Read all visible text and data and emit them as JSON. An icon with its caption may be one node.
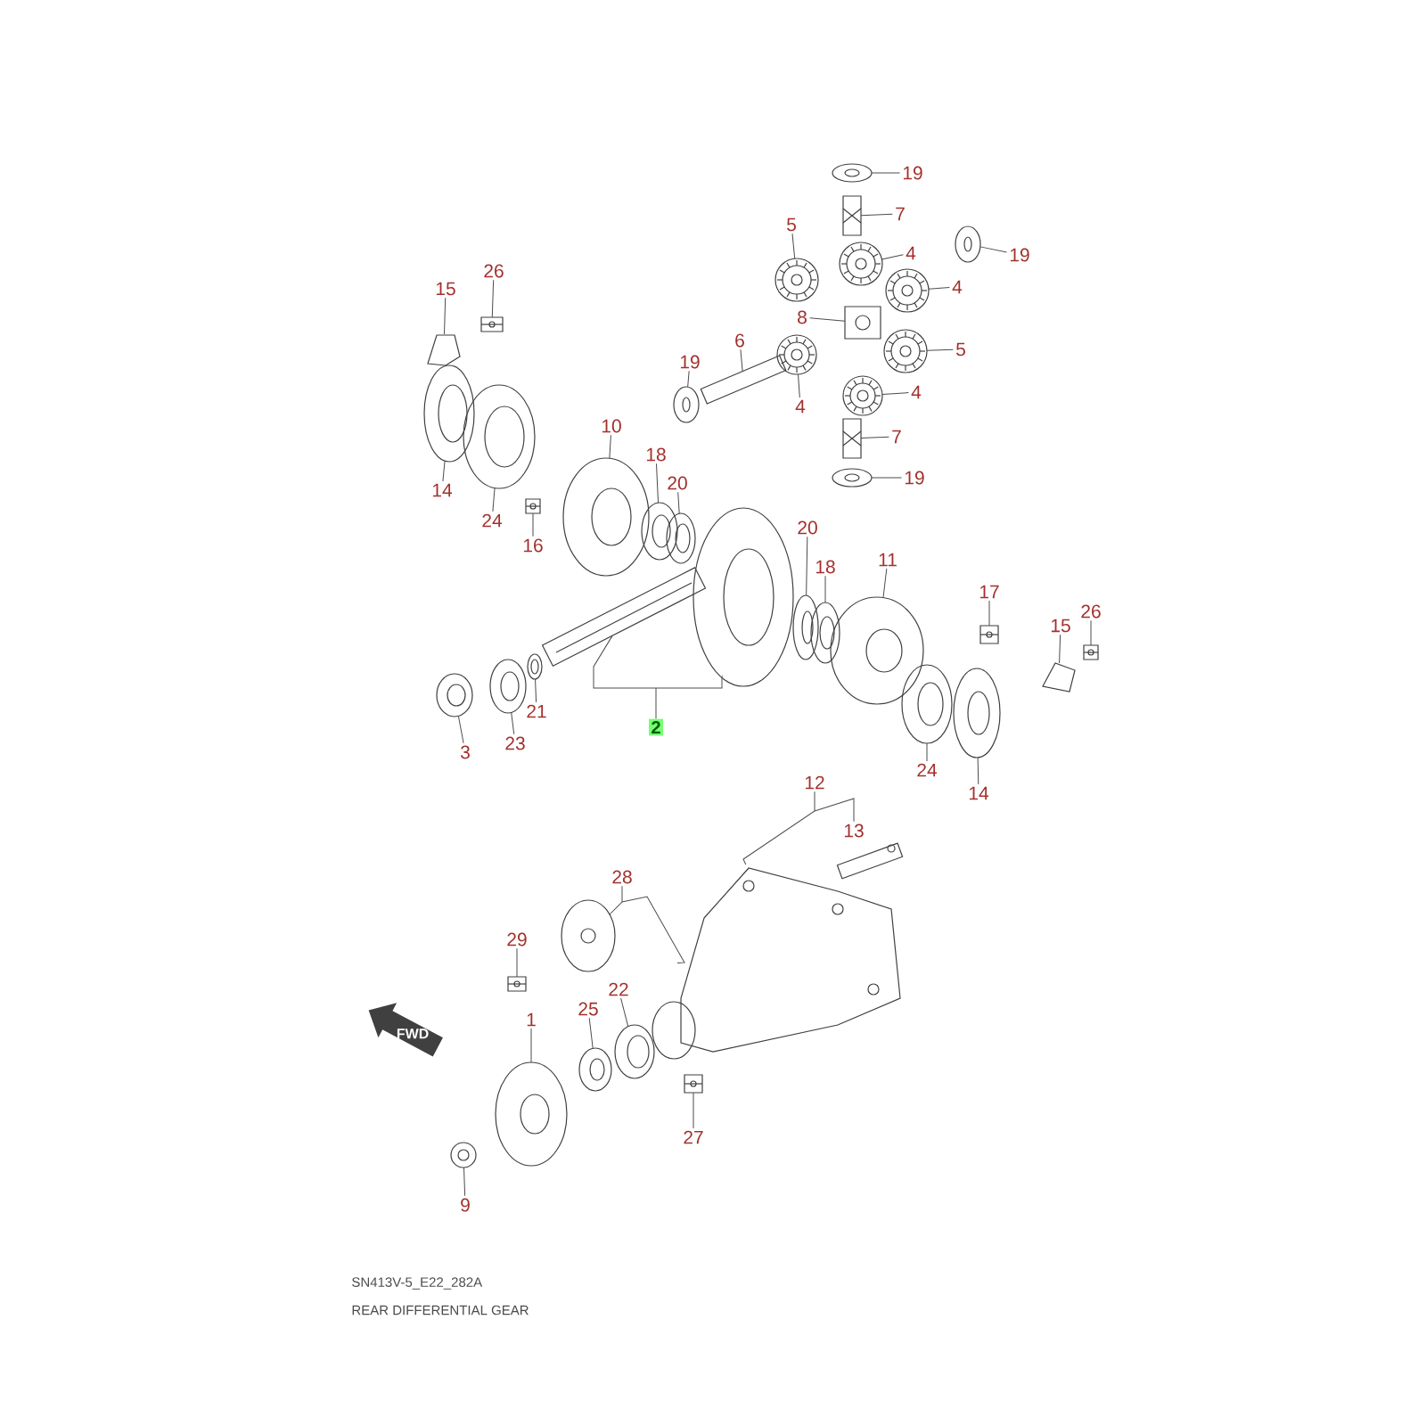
{
  "diagram": {
    "nodes": [
      {
        "text": [
          "19"
        ]
      },
      {
        "text": [
          "7"
        ]
      },
      {
        "text": [
          "4"
        ]
      },
      {
        "text": [
          "19"
        ]
      },
      {
        "text": [
          "5"
        ]
      },
      {
        "text": [
          "26"
        ]
      },
      {
        "text": [
          "15"
        ]
      },
      {
        "text": [
          "4"
        ]
      },
      {
        "text": [
          "8"
        ]
      },
      {
        "text": [
          "6"
        ]
      },
      {
        "text": [
          "5"
        ]
      },
      {
        "text": [
          "19"
        ]
      },
      {
        "text": [
          "4"
        ]
      },
      {
        "text": [
          "4"
        ]
      },
      {
        "text": [
          "10"
        ]
      },
      {
        "text": [
          "7"
        ]
      },
      {
        "text": [
          "18"
        ]
      },
      {
        "text": [
          "19"
        ]
      },
      {
        "text": [
          "20"
        ]
      },
      {
        "text": [
          "14"
        ]
      },
      {
        "text": [
          "24"
        ]
      },
      {
        "text": [
          "20"
        ]
      },
      {
        "text": [
          "16"
        ]
      },
      {
        "text": [
          "11"
        ]
      },
      {
        "text": [
          "18"
        ]
      },
      {
        "text": [
          "17"
        ]
      },
      {
        "text": [
          "26"
        ]
      },
      {
        "text": [
          "15"
        ]
      },
      {
        "text": [
          "21"
        ]
      },
      {
        "text": [
          "2"
        ]
      },
      {
        "text": [
          "23"
        ]
      },
      {
        "text": [
          "3"
        ]
      },
      {
        "text": [
          "24"
        ]
      },
      {
        "text": [
          "12"
        ]
      },
      {
        "text": [
          "14"
        ]
      },
      {
        "text": [
          "13"
        ]
      },
      {
        "text": [
          "28"
        ]
      },
      {
        "text": [
          "29"
        ]
      },
      {
        "text": [
          "22"
        ]
      },
      {
        "text": [
          "25"
        ]
      },
      {
        "text": [
          "1"
        ]
      },
      {
        "text": [
          "27"
        ]
      },
      {
        "text": [
          "9"
        ]
      },
      {
        "text": [],
        "shape": "picture"
      },
      {
        "text": [],
        "shape": "picture"
      },
      {
        "text": [],
        "shape": "picture"
      },
      {
        "text": [],
        "shape": "picture"
      },
      {
        "text": [],
        "shape": "picture"
      },
      {
        "text": [],
        "shape": "picture"
      },
      {
        "text": [],
        "shape": "picture"
      },
      {
        "text": [],
        "shape": "picture"
      },
      {
        "text": [],
        "shape": "picture"
      },
      {
        "text": [],
        "shape": "picture"
      },
      {
        "text": [],
        "shape": "picture"
      },
      {
        "text": [],
        "shape": "picture"
      },
      {
        "text": [],
        "shape": "picture"
      },
      {
        "text": [],
        "shape": "picture"
      },
      {
        "text": [],
        "shape": "picture"
      },
      {
        "text": [],
        "shape": "picture"
      },
      {
        "text": [],
        "shape": "picture"
      },
      {
        "text": [],
        "shape": "picture"
      },
      {
        "text": [],
        "shape": "picture"
      },
      {
        "text": [],
        "shape": "picture"
      },
      {
        "text": [],
        "shape": "picture"
      },
      {
        "text": [],
        "shape": "picture"
      },
      {
        "text": [],
        "shape": "picture"
      },
      {
        "text": [],
        "shape": "picture"
      },
      {
        "text": [],
        "shape": "picture"
      },
      {
        "text": [],
        "shape": "picture"
      },
      {
        "text": [],
        "shape": "picture"
      },
      {
        "text": [],
        "shape": "picture"
      },
      {
        "text": [],
        "shape": "picture"
      },
      {
        "text": [],
        "shape": "picture"
      },
      {
        "text": [],
        "shape": "picture"
      },
      {
        "text": [],
        "shape": "picture"
      },
      {
        "text": [],
        "shape": "picture"
      },
      {
        "text": [],
        "shape": "picture"
      },
      {
        "text": [],
        "shape": "picture"
      },
      {
        "text": [],
        "shape": "picture"
      },
      {
        "text": [],
        "shape": "picture"
      },
      {
        "text": [],
        "shape": "picture"
      },
      {
        "text": [],
        "shape": "picture"
      },
      {
        "text": [],
        "shape": "picture"
      },
      {
        "text": [],
        "shape": "picture"
      },
      {
        "text": [],
        "shape": "picture"
      },
      {
        "text": [],
        "shape": "picture"
      },
      {
        "text": [],
        "shape": "picture"
      }
    ],
    "edges": [
      {
        "from": 0,
        "to": 43,
        "arrow": "none"
      },
      {
        "from": 1,
        "to": 44,
        "arrow": "none"
      },
      {
        "from": 2,
        "to": 45,
        "arrow": "none"
      },
      {
        "from": 3,
        "to": 46,
        "arrow": "none"
      },
      {
        "from": 4,
        "to": 47,
        "arrow": "none"
      },
      {
        "from": 5,
        "to": 48,
        "arrow": "none"
      },
      {
        "from": 6,
        "to": 49,
        "arrow": "none"
      },
      {
        "from": 7,
        "to": 50,
        "arrow": "none"
      },
      {
        "from": 8,
        "to": 51,
        "arrow": "none"
      },
      {
        "from": 9,
        "to": 52,
        "arrow": "none"
      },
      {
        "from": 10,
        "to": 53,
        "arrow": "none"
      },
      {
        "from": 11,
        "to": 54,
        "arrow": "none"
      },
      {
        "from": 12,
        "to": 55,
        "arrow": "none"
      },
      {
        "from": 13,
        "to": 56,
        "arrow": "none"
      },
      {
        "from": 14,
        "to": 57,
        "arrow": "none"
      },
      {
        "from": 15,
        "to": 58,
        "arrow": "none"
      },
      {
        "from": 16,
        "to": 59,
        "arrow": "none"
      },
      {
        "from": 17,
        "to": 60,
        "arrow": "none"
      },
      {
        "from": 18,
        "to": 61,
        "arrow": "none"
      },
      {
        "from": 19,
        "to": 62,
        "arrow": "none"
      },
      {
        "from": 20,
        "to": 63,
        "arrow": "none"
      },
      {
        "from": 21,
        "to": 64,
        "arrow": "none"
      },
      {
        "from": 22,
        "to": 65,
        "arrow": "none"
      },
      {
        "from": 23,
        "to": 66,
        "arrow": "none"
      },
      {
        "from": 24,
        "to": 67,
        "arrow": "none"
      },
      {
        "from": 25,
        "to": 68,
        "arrow": "none"
      },
      {
        "from": 26,
        "to": 69,
        "arrow": "none"
      },
      {
        "from": 27,
        "to": 70,
        "arrow": "none"
      },
      {
        "from": 28,
        "to": 71,
        "arrow": "none"
      },
      {
        "from": 29,
        "to": 72,
        "arrow": "none"
      },
      {
        "from": 29,
        "to": 73,
        "arrow": "none"
      },
      {
        "from": 30,
        "to": 74,
        "arrow": "none"
      },
      {
        "from": 31,
        "to": 75,
        "arrow": "none"
      },
      {
        "from": 32,
        "to": 76,
        "arrow": "none"
      },
      {
        "from": 33,
        "to": 77,
        "arrow": "none"
      },
      {
        "from": 33,
        "to": 35,
        "arrow": "none"
      },
      {
        "from": 34,
        "to": 78,
        "arrow": "none"
      },
      {
        "from": 36,
        "to": 80,
        "arrow": "none"
      },
      {
        "from": 36,
        "to": 77,
        "arrow": "none"
      },
      {
        "from": 37,
        "to": 81,
        "arrow": "none"
      },
      {
        "from": 38,
        "to": 82,
        "arrow": "none"
      },
      {
        "from": 39,
        "to": 83,
        "arrow": "none"
      },
      {
        "from": 40,
        "to": 84,
        "arrow": "none"
      },
      {
        "from": 41,
        "to": 85,
        "arrow": "none"
      },
      {
        "from": 42,
        "to": 86,
        "arrow": "none"
      }
    ],
    "labels": [
      "FWD",
      "SN413V-5_E22_282A",
      "REAR DIFFERENTIAL GEAR"
    ]
  }
}
